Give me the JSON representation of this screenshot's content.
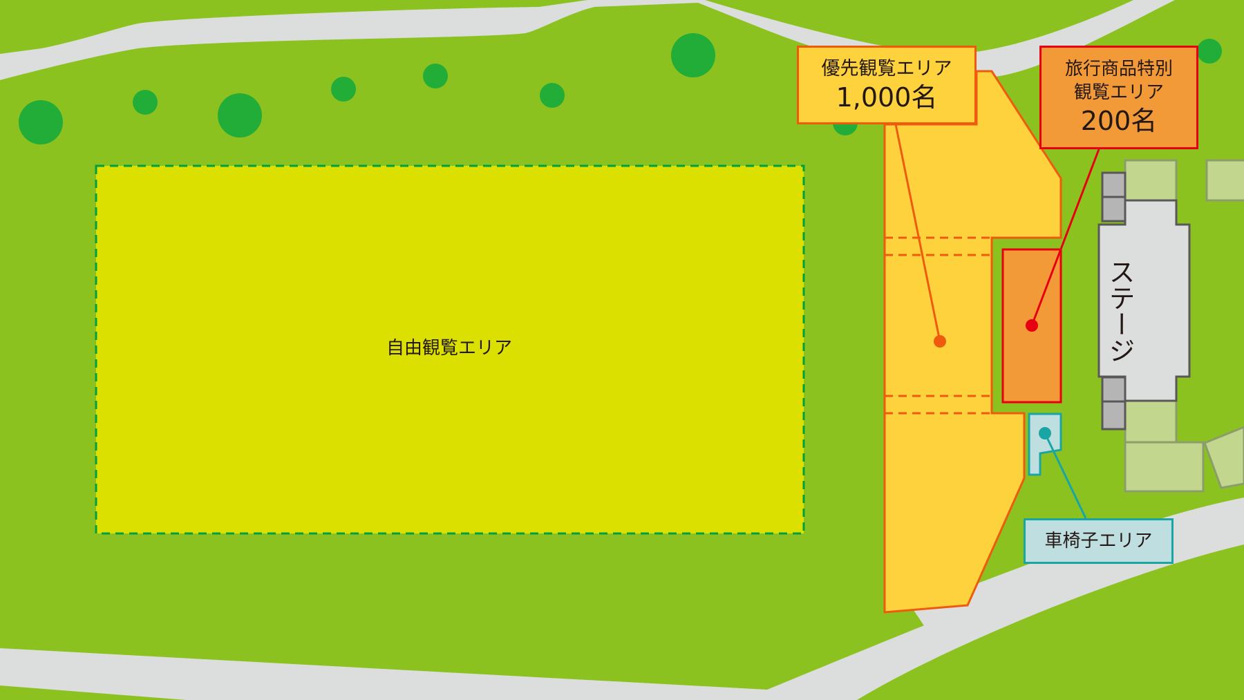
{
  "map": {
    "colors": {
      "grass": "#8cc220",
      "road": "#dcdddd",
      "tree": "#22ac38",
      "free_area_fill": "#dce000",
      "free_area_border": "#00a040",
      "priority_area_fill": "#fdd23c",
      "priority_area_border": "#ee5a0e",
      "travel_area_fill": "#f29a38",
      "travel_area_border": "#e60012",
      "wheelchair_fill": "#bfdedf",
      "wheelchair_border": "#1aa5a5",
      "stage_fill": "#dcdddd",
      "stage_border": "#595757",
      "stage_side": "#b5b5b6",
      "building_fill": "#c2d68e",
      "building_border": "#8a9d6a"
    },
    "areas": {
      "free": {
        "label": "自由観覧エリア"
      },
      "priority": {
        "label": "優先観覧エリア",
        "capacity": "1,000名"
      },
      "travel": {
        "label_line1": "旅行商品特別",
        "label_line2": "観覧エリア",
        "capacity": "200名"
      },
      "wheelchair": {
        "label": "車椅子エリア"
      },
      "stage": {
        "label": "ステージ"
      }
    }
  }
}
